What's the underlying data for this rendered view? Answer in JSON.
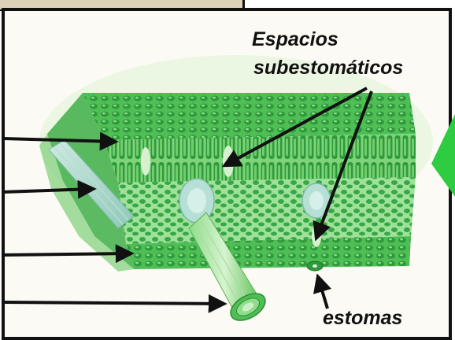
{
  "labels": {
    "espacios_line1": "Espacios",
    "espacios_line2": "subestomáticos",
    "estomas": "estomas"
  },
  "colors": {
    "frame": "#111111",
    "paper": "#fbfaf4",
    "top_panel": "#dcd3b8",
    "leaf_dark": "#2f9a3d",
    "leaf_mid": "#4fbf55",
    "leaf_light": "#8fdc8a",
    "vein": "#9ed4c8",
    "side_triangle": "#2ecc40",
    "arrow": "#111111"
  }
}
